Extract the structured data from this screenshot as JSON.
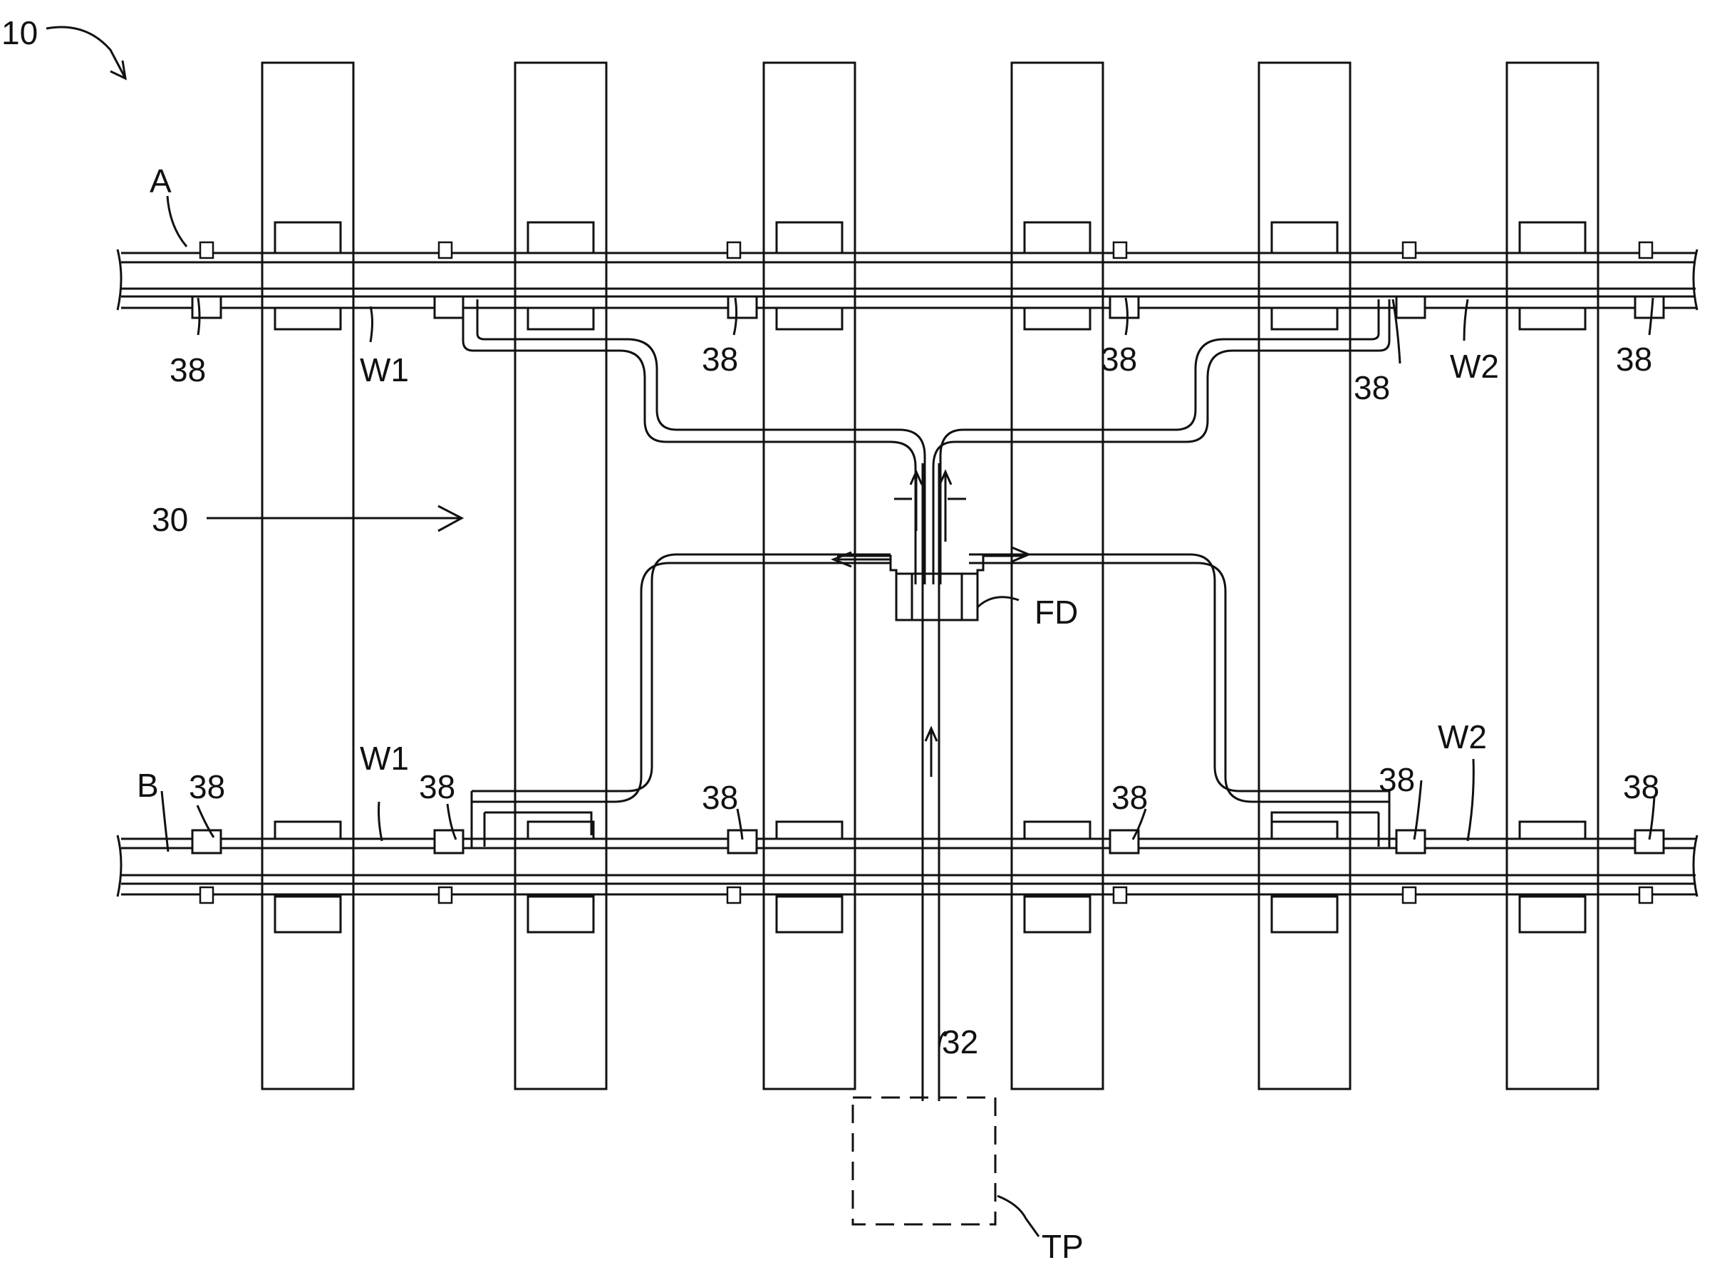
{
  "figure": {
    "labels": {
      "ref_10": "10",
      "rail_a": "A",
      "rail_b": "B",
      "flow_30": "30",
      "fd": "FD",
      "pipe_32": "32",
      "tp": "TP",
      "w1": "W1",
      "w2": "W2",
      "ref_38": "38"
    }
  }
}
